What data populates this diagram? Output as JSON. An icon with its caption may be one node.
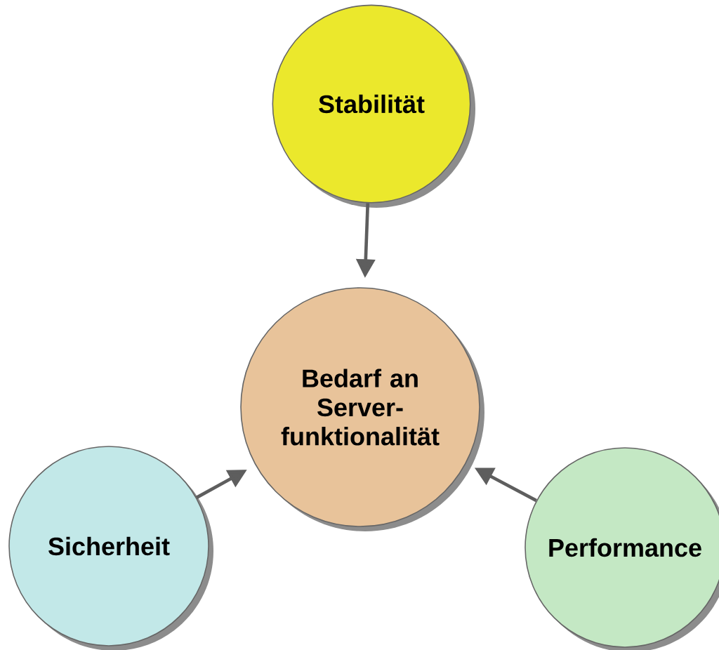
{
  "diagram": {
    "nodes": [
      {
        "text": [
          "Stabilität"
        ]
      },
      {
        "text": [
          "Bedarf an Server-funktionalität"
        ]
      },
      {
        "text": [
          "Sicherheit"
        ]
      },
      {
        "text": [
          "Performance"
        ]
      }
    ],
    "edges": [
      {
        "from": 0,
        "to": 1,
        "arrow": "to"
      },
      {
        "from": 2,
        "to": 1,
        "arrow": "to"
      },
      {
        "from": 3,
        "to": 1,
        "arrow": "to"
      }
    ]
  }
}
